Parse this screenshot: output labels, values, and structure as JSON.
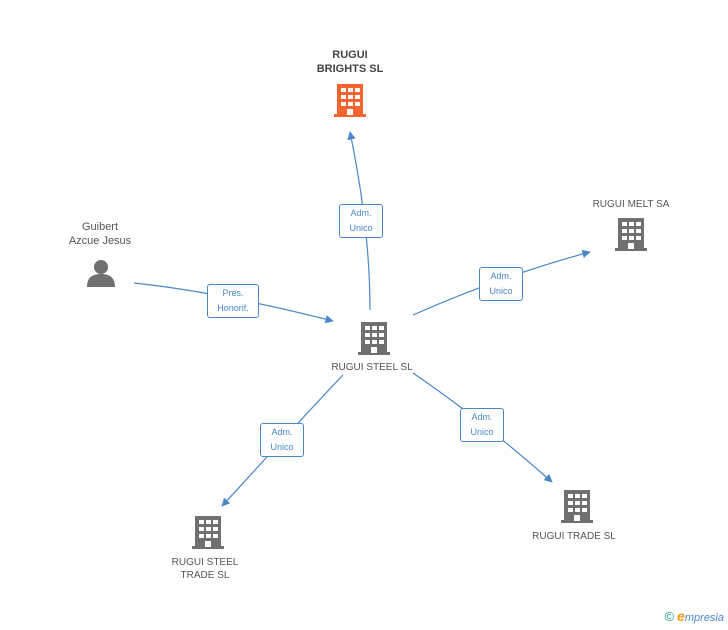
{
  "nodes": {
    "rugui_brights": {
      "label": "RUGUI\nBRIGHTS  SL",
      "color": "#f26430",
      "kind": "company-highlight"
    },
    "rugui_melt": {
      "label": "RUGUI MELT SA",
      "color": "#707070",
      "kind": "company"
    },
    "guibert": {
      "label": "Guibert\nAzcue Jesus",
      "color": "#707070",
      "kind": "person"
    },
    "rugui_steel": {
      "label": "RUGUI STEEL SL",
      "color": "#707070",
      "kind": "company"
    },
    "rugui_steel_trade": {
      "label": "RUGUI STEEL\nTRADE  SL",
      "color": "#707070",
      "kind": "company"
    },
    "rugui_trade": {
      "label": "RUGUI TRADE SL",
      "color": "#707070",
      "kind": "company"
    }
  },
  "edges": {
    "to_brights": {
      "label": "Adm.\nUnico"
    },
    "to_melt": {
      "label": "Adm.\nUnico"
    },
    "guibert_to_steel": {
      "label": "Pres.\nHonorif."
    },
    "to_steel_trade": {
      "label": "Adm.\nUnico"
    },
    "to_trade": {
      "label": "Adm.\nUnico"
    }
  },
  "colors": {
    "edge": "#4a86c8",
    "highlight": "#f26430",
    "node": "#707070"
  },
  "footer": {
    "copyright": "©",
    "brand_initial": "e",
    "brand_rest": "mpresia"
  }
}
